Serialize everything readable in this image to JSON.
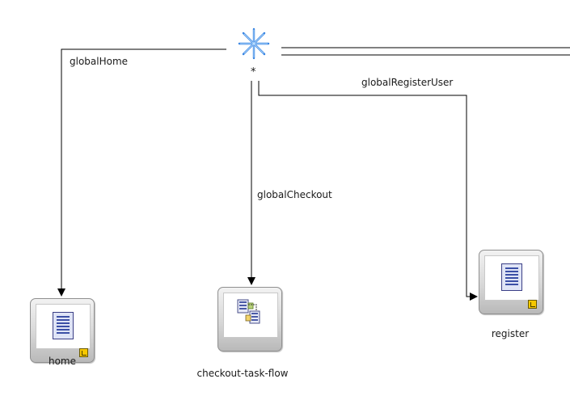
{
  "diagram": {
    "wildcard": {
      "label": "*",
      "icon": "wildcard-star-icon",
      "color": "#2f7fe0"
    },
    "edges": [
      {
        "id": "globalHome",
        "label": "globalHome",
        "from": "*",
        "to": "home"
      },
      {
        "id": "globalCheckout",
        "label": "globalCheckout",
        "from": "*",
        "to": "checkout-task-flow"
      },
      {
        "id": "globalRegisterUser",
        "label": "globalRegisterUser",
        "from": "*",
        "to": "register"
      }
    ],
    "nodes": {
      "home": {
        "label": "home",
        "icon": "page-icon"
      },
      "checkout": {
        "label": "checkout-task-flow",
        "icon": "task-flow-icon"
      },
      "register": {
        "label": "register",
        "icon": "page-icon"
      }
    }
  }
}
